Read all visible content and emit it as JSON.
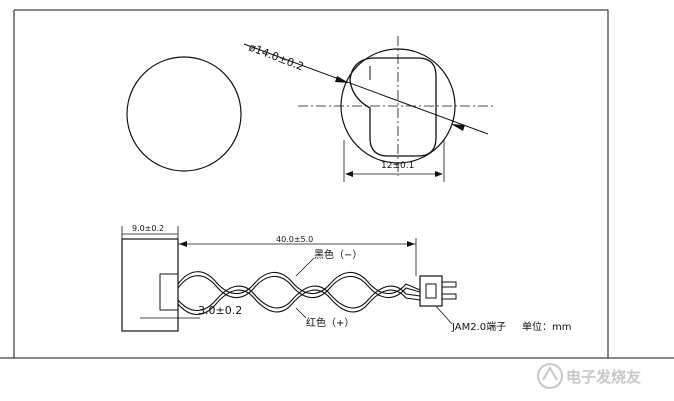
{
  "top_view": {
    "diameter_label": "ø14.0±0.2",
    "width_label": "12±0.1"
  },
  "side_view": {
    "housing_width_label": "9.0±0.2",
    "lead_length_label": "40.0±5.0",
    "thickness_label": "3.0±0.2",
    "black_wire_label": "黑色（−）",
    "red_wire_label": "红色（+）",
    "connector_label": "JAM2.0端子",
    "unit_label": "单位：mm"
  },
  "watermark": {
    "text": "电子发烧友"
  },
  "colors": {
    "line": "#111111",
    "watermark": "#c8c8c8"
  }
}
